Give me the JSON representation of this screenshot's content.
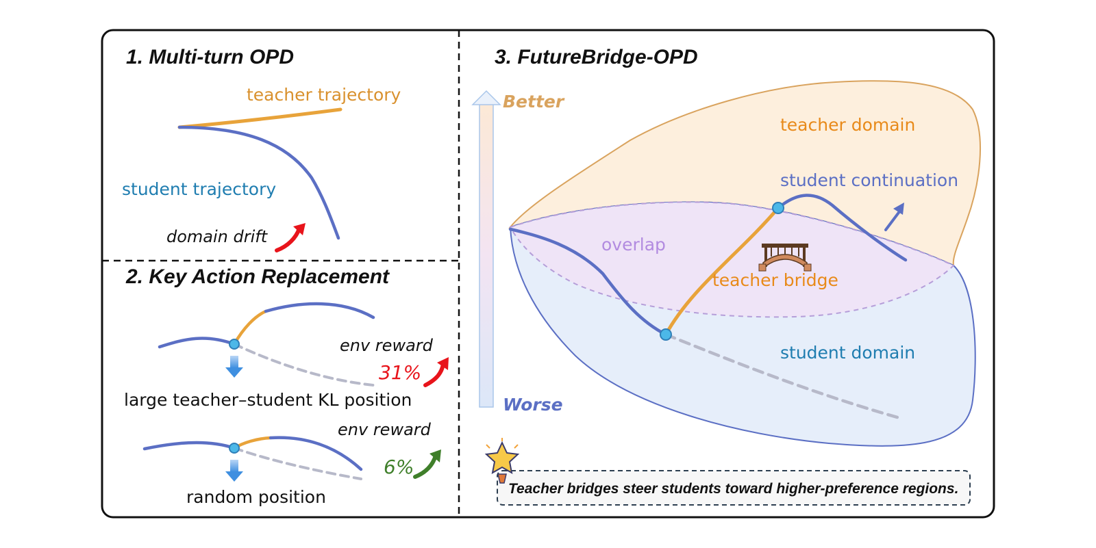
{
  "panel1": {
    "title": "1. Multi-turn OPD",
    "teacher_label": "teacher trajectory",
    "student_label": "student trajectory",
    "drift_label": "domain drift"
  },
  "panel2": {
    "title": "2. Key Action Replacement",
    "case1": {
      "reward_label": "env reward",
      "reward_change": "31%",
      "position_label": "large teacher–student KL position"
    },
    "case2": {
      "reward_label": "env reward",
      "reward_change": "6%",
      "position_label": "random position"
    }
  },
  "panel3": {
    "title": "3. FutureBridge-OPD",
    "axis_top": "Better",
    "axis_bottom": "Worse",
    "teacher_domain": "teacher domain",
    "student_domain": "student domain",
    "overlap": "overlap",
    "teacher_bridge": "teacher bridge",
    "student_continuation": "student continuation",
    "note": "Teacher bridges steer students toward higher-preference regions."
  },
  "colors": {
    "teacher": "#E8A33A",
    "student": "#5B6FC4",
    "student_text": "#1F7DB0",
    "teacher_text": "#E88A1A",
    "overlap_text": "#B28BE0",
    "better_text": "#D9A35E",
    "worse_text": "#5B6FC4",
    "up_red": "#E8141B",
    "up_green": "#3F7F2A"
  },
  "icons": [
    "bridge-icon",
    "star-icon",
    "down-arrow-icon",
    "up-arrow-icon"
  ]
}
